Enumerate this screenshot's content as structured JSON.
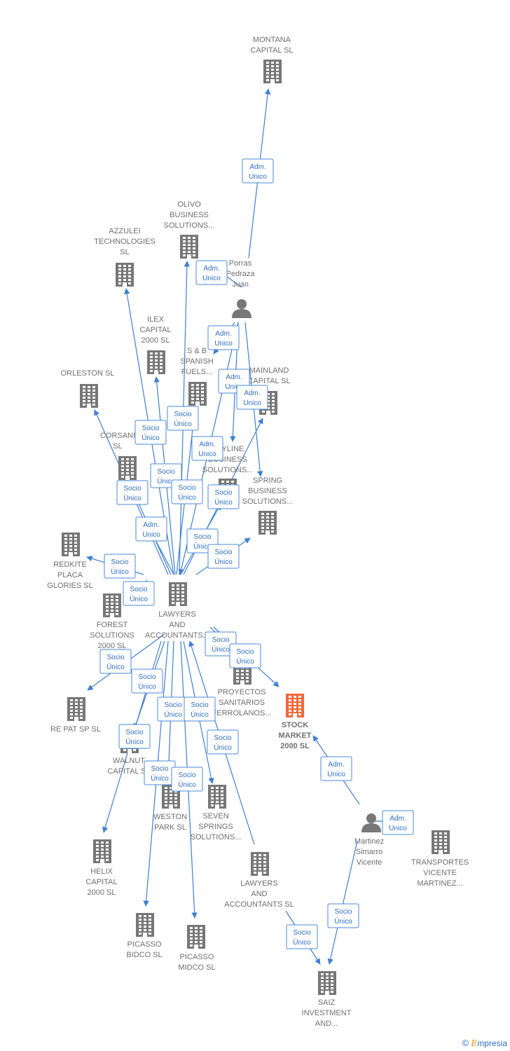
{
  "colors": {
    "edge": "#3f7fd1",
    "node": "#777777",
    "focus": "#f4693a",
    "box_text": "#2f6fc4"
  },
  "nodes": [
    {
      "id": "montana",
      "kind": "company",
      "icon": "building-icon",
      "lines": [
        "MONTANA",
        "CAPITAL  SL"
      ]
    },
    {
      "id": "olivo",
      "kind": "company",
      "icon": "building-icon",
      "lines": [
        "OLIVO",
        "BUSINESS",
        "SOLUTIONS..."
      ]
    },
    {
      "id": "azzulei",
      "kind": "company",
      "icon": "building-icon",
      "lines": [
        "AZZULEI",
        "TECHNOLOGIES",
        "SL"
      ]
    },
    {
      "id": "porras",
      "kind": "person",
      "icon": "person-icon",
      "lines": [
        "Porras",
        "Pedraza",
        "Juan"
      ]
    },
    {
      "id": "ilex",
      "kind": "company",
      "icon": "building-icon",
      "lines": [
        "ILEX",
        "CAPITAL",
        "2000  SL"
      ]
    },
    {
      "id": "sb",
      "kind": "company",
      "icon": "building-icon",
      "lines": [
        "S & B",
        "SPANISH",
        "FUELS..."
      ]
    },
    {
      "id": "mainland",
      "kind": "company",
      "icon": "building-icon",
      "lines": [
        "MAINLAND",
        "CAPITAL  SL"
      ]
    },
    {
      "id": "orleston",
      "kind": "company",
      "icon": "building-icon",
      "lines": [
        "ORLESTON  SL"
      ]
    },
    {
      "id": "corsani",
      "kind": "company",
      "icon": "building-icon",
      "lines": [
        "CORSANI",
        "SL"
      ]
    },
    {
      "id": "skyline",
      "kind": "company",
      "icon": "building-icon",
      "lines": [
        "SKYLINE",
        "BUSINESS",
        "SOLUTIONS..."
      ]
    },
    {
      "id": "spring",
      "kind": "company",
      "icon": "building-icon",
      "lines": [
        "SPRING",
        "BUSINESS",
        "SOLUTIONS..."
      ]
    },
    {
      "id": "redkite",
      "kind": "company",
      "icon": "building-icon",
      "lines": [
        "REDKITE",
        "PLACA",
        "GLORIES  SL"
      ]
    },
    {
      "id": "lawyers1",
      "kind": "company",
      "icon": "building-icon",
      "lines": [
        "LAWYERS",
        "AND",
        "ACCOUNTANTS..."
      ]
    },
    {
      "id": "forest",
      "kind": "company",
      "icon": "building-icon",
      "lines": [
        "FOREST",
        "SOLUTIONS",
        "2000  SL"
      ]
    },
    {
      "id": "proyectos",
      "kind": "company",
      "icon": "building-icon",
      "lines": [
        "PROYECTOS",
        "SANITARIOS",
        "FERROLANOS..."
      ]
    },
    {
      "id": "stock",
      "kind": "focus",
      "icon": "building-icon",
      "lines": [
        "STOCK",
        "MARKET",
        "2000  SL"
      ]
    },
    {
      "id": "repat",
      "kind": "company",
      "icon": "building-icon",
      "lines": [
        "RE PAT SP  SL"
      ]
    },
    {
      "id": "walnut",
      "kind": "company",
      "icon": "building-icon",
      "lines": [
        "WALNUT",
        "CAPITAL  SL"
      ]
    },
    {
      "id": "weston",
      "kind": "company",
      "icon": "building-icon",
      "lines": [
        "WESTON",
        "PARK  SL"
      ]
    },
    {
      "id": "seven",
      "kind": "company",
      "icon": "building-icon",
      "lines": [
        "SEVEN",
        "SPRINGS",
        "SOLUTIONS..."
      ]
    },
    {
      "id": "martinez",
      "kind": "person",
      "icon": "person-icon",
      "lines": [
        "Martinez",
        "Simarro",
        "Vicente"
      ]
    },
    {
      "id": "transportes",
      "kind": "company",
      "icon": "building-icon",
      "lines": [
        "TRANSPORTES",
        "VICENTE",
        "MARTINEZ..."
      ]
    },
    {
      "id": "helix",
      "kind": "company",
      "icon": "building-icon",
      "lines": [
        "HELIX",
        "CAPITAL",
        "2000  SL"
      ]
    },
    {
      "id": "lawyers2",
      "kind": "company",
      "icon": "building-icon",
      "lines": [
        "LAWYERS",
        "AND",
        "ACCOUNTANTS SL"
      ]
    },
    {
      "id": "picassob",
      "kind": "company",
      "icon": "building-icon",
      "lines": [
        "PICASSO",
        "BIDCO  SL"
      ]
    },
    {
      "id": "picassom",
      "kind": "company",
      "icon": "building-icon",
      "lines": [
        "PICASSO",
        "MIDCO  SL"
      ]
    },
    {
      "id": "saiz",
      "kind": "company",
      "icon": "building-icon",
      "lines": [
        "SAIZ",
        "INVESTMENT",
        "AND..."
      ]
    }
  ],
  "edges": [
    {
      "from": "porras",
      "to": "montana",
      "label": [
        "Adm.",
        "Unico"
      ]
    },
    {
      "from": "porras",
      "to": "olivo",
      "label": [
        "Adm.",
        "Unico"
      ]
    },
    {
      "from": "porras",
      "to": "sb",
      "label": [
        "Adm.",
        "Unico"
      ]
    },
    {
      "from": "porras",
      "to": "skyline",
      "label": [
        "Adm.",
        "Unico"
      ]
    },
    {
      "from": "porras",
      "to": "spring",
      "label": [
        "Adm.",
        "Unico"
      ]
    },
    {
      "from": "porras",
      "to": "lawyers1",
      "label": [
        "Adm.",
        "Unico"
      ]
    },
    {
      "from": "lawyers1",
      "to": "azzulei",
      "label": [
        "Socio",
        "Único"
      ]
    },
    {
      "from": "lawyers1",
      "to": "ilex",
      "label": [
        "Socio",
        "Único"
      ]
    },
    {
      "from": "lawyers1",
      "to": "sb",
      "label": [
        "Socio",
        "Único"
      ]
    },
    {
      "from": "lawyers1",
      "to": "orleston",
      "label": [
        "Socio",
        "Único"
      ]
    },
    {
      "from": "lawyers1",
      "to": "corsani",
      "label": [
        "Socio",
        "Único"
      ]
    },
    {
      "from": "lawyers1",
      "to": "olivo",
      "label": [
        "Socio",
        "Único"
      ]
    },
    {
      "from": "lawyers1",
      "to": "skyline",
      "label": [
        "Socio",
        "Único"
      ]
    },
    {
      "from": "lawyers1",
      "to": "mainland",
      "label": [
        "Socio",
        "Único"
      ]
    },
    {
      "from": "lawyers1",
      "to": "spring",
      "label": [
        "Socio",
        "Único"
      ]
    },
    {
      "from": "lawyers1",
      "to": "redkite",
      "label": [
        "Socio",
        "Único"
      ]
    },
    {
      "from": "lawyers1",
      "to": "forest",
      "label": [
        "Socio",
        "Único"
      ]
    },
    {
      "from": "lawyers1",
      "to": "corsani",
      "label": [
        "Adm.",
        "Unico"
      ]
    },
    {
      "from": "lawyers1",
      "to": "proyectos",
      "label": [
        "Socio",
        "Único"
      ]
    },
    {
      "from": "lawyers1",
      "to": "stock",
      "label": [
        "Socio",
        "Único"
      ]
    },
    {
      "from": "lawyers1",
      "to": "repat",
      "label": [
        "Socio",
        "Único"
      ]
    },
    {
      "from": "lawyers1",
      "to": "walnut",
      "label": [
        "Socio",
        "Único"
      ]
    },
    {
      "from": "lawyers1",
      "to": "helix",
      "label": [
        "Socio",
        "Único"
      ]
    },
    {
      "from": "lawyers1",
      "to": "weston",
      "label": [
        "Socio",
        "Único"
      ]
    },
    {
      "from": "lawyers1",
      "to": "seven",
      "label": [
        "Socio",
        "Único"
      ]
    },
    {
      "from": "lawyers1",
      "to": "picassob",
      "label": [
        "Socio",
        "Único"
      ]
    },
    {
      "from": "lawyers1",
      "to": "picassom",
      "label": [
        "Socio",
        "Único"
      ]
    },
    {
      "from": "lawyers2",
      "to": "lawyers1",
      "label": [
        "Socio",
        "Único"
      ]
    },
    {
      "from": "lawyers2",
      "to": "saiz",
      "label": [
        "Socio",
        "Único"
      ]
    },
    {
      "from": "martinez",
      "to": "stock",
      "label": [
        "Adm.",
        "Unico"
      ]
    },
    {
      "from": "martinez",
      "to": "transportes",
      "label": [
        "Adm.",
        "Unico"
      ]
    },
    {
      "from": "martinez",
      "to": "saiz",
      "label": [
        "Socio",
        "Único"
      ]
    }
  ],
  "footer": {
    "copyright_symbol": "©",
    "brand_initial": "E",
    "brand_rest": "mpresia"
  }
}
